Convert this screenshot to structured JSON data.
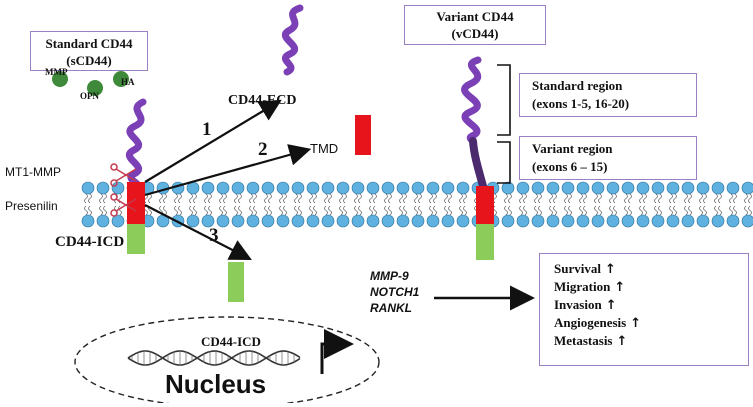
{
  "standard_box": {
    "line1": "Standard CD44",
    "line2": "(sCD44)"
  },
  "variant_box": {
    "line1": "Variant CD44",
    "line2": "(vCD44)"
  },
  "standard_region": {
    "line1": "Standard region",
    "line2": "(exons 1-5, 16-20)"
  },
  "variant_region": {
    "line1": "Variant region",
    "line2": "(exons 6 – 15)"
  },
  "ligands": {
    "mmp": "MMP",
    "opn": "OPN",
    "ha": "HA"
  },
  "cleavage": {
    "step1": "1",
    "step2": "2",
    "step3": "3",
    "ecd": "CD44-ECD",
    "tmd": "TMD",
    "icd": "CD44-ICD",
    "mt1mmp": "MT1-MMP",
    "presenilin": "Presenilin"
  },
  "nucleus": {
    "label": "Nucleus",
    "icd": "CD44-ICD"
  },
  "genes": [
    "MMP-9",
    "NOTCH1",
    "RANKL"
  ],
  "outcomes": [
    "Survival",
    "Migration",
    "Invasion",
    "Angiogenesis",
    "Metastasis"
  ],
  "up_arrow": "↑",
  "colors": {
    "coil": "#7b3fb6",
    "tail": "#4b2a6e",
    "tm": "#e8141b",
    "icd": "#8ccc5a",
    "lipid": "#5fb1e0",
    "ligand": "#3f8a3a",
    "box_border": "#9b7fc4"
  }
}
